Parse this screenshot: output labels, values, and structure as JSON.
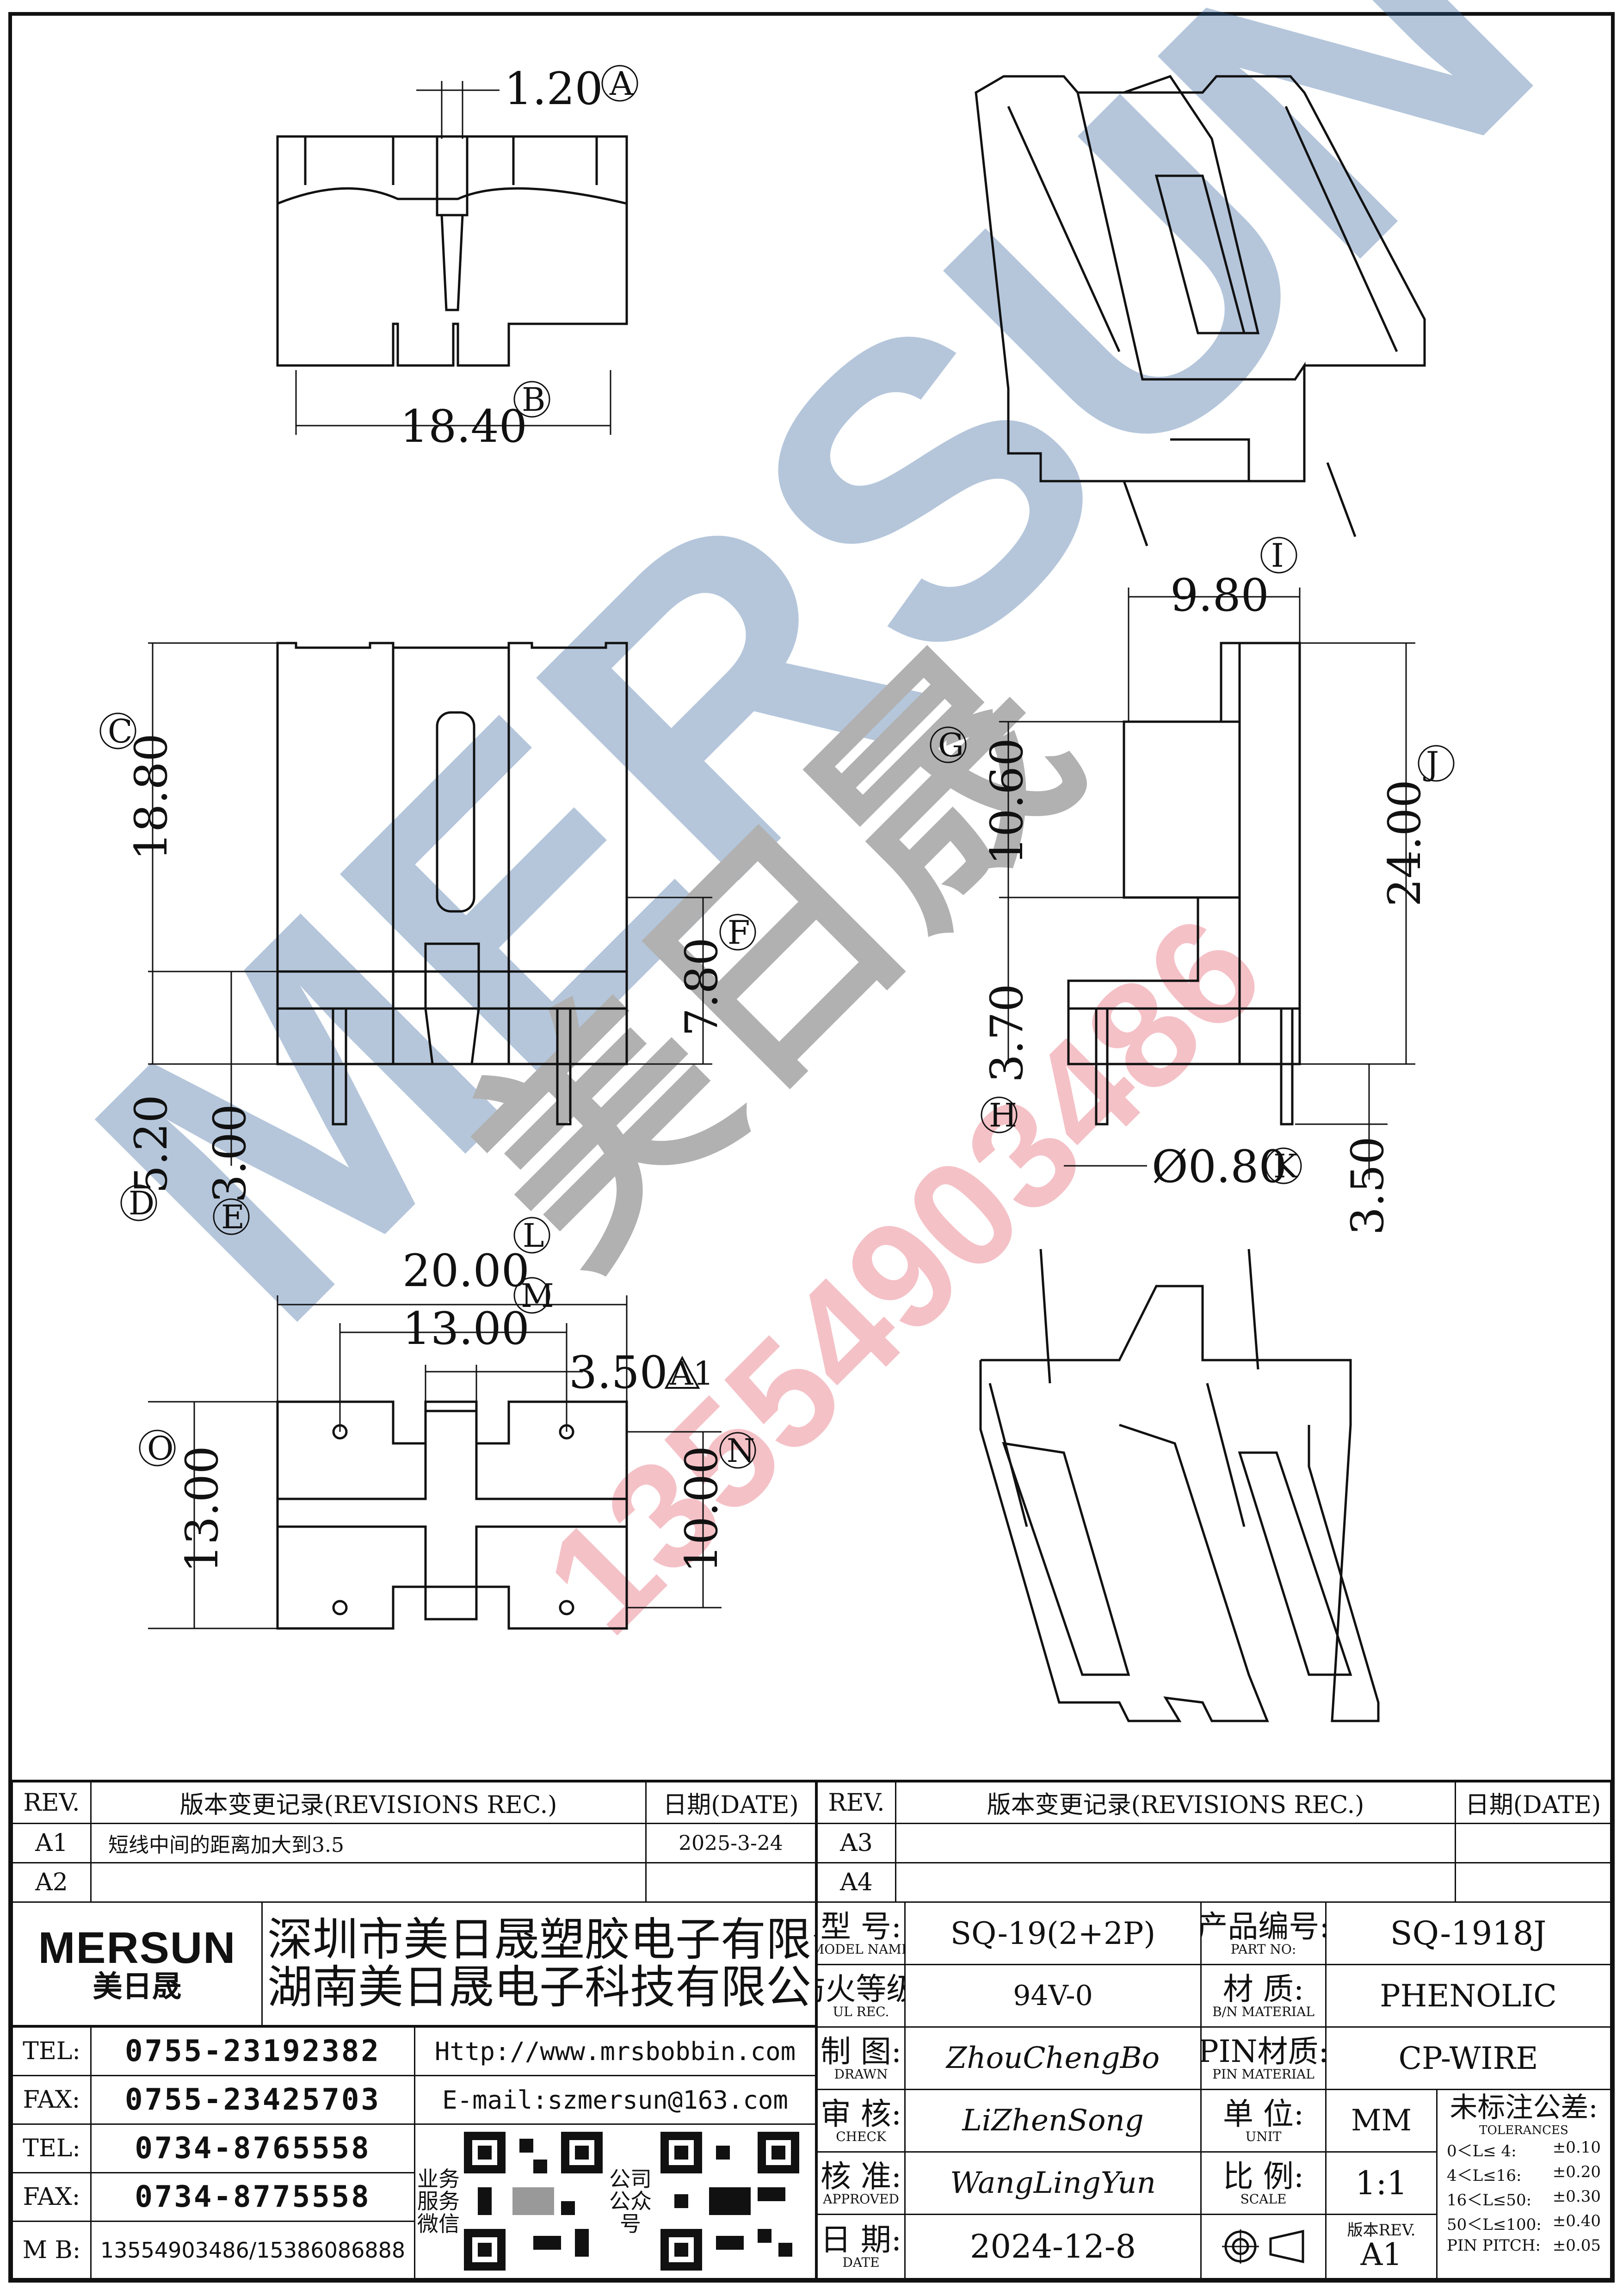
{
  "views": {
    "dimensions": {
      "A": "1.20",
      "B": "18.40",
      "C": "18.80",
      "D": "5.20",
      "E": "3.00",
      "F": "7.80",
      "G": "10.60",
      "H": "3.70",
      "I": "9.80",
      "J": "24.00",
      "K": "Ø0.80",
      "L": "20.00",
      "M": "13.00",
      "N": "10.00",
      "O": "13.00",
      "P": "3.50",
      "Q": "3.50"
    },
    "markers": {
      "A": "A",
      "B": "B",
      "C": "C",
      "D": "D",
      "E": "E",
      "F": "F",
      "G": "G",
      "H": "H",
      "I": "I",
      "J": "J",
      "K": "K",
      "L": "L",
      "M": "M",
      "N": "N",
      "O": "O",
      "rev": "A1"
    }
  },
  "watermark": {
    "brand": "MERSUN",
    "cn": "美日晟",
    "phone": "13554903486"
  },
  "title_block": {
    "rev_left": {
      "header": {
        "rev": "REV.",
        "rec": "版本变更记录(REVISIONS REC.)",
        "date": "日期(DATE)"
      },
      "rows": [
        {
          "rev": "A1",
          "rec": "短线中间的距离加大到3.5",
          "date": "2025-3-24"
        },
        {
          "rev": "A2",
          "rec": "",
          "date": ""
        }
      ]
    },
    "rev_right": {
      "header": {
        "rev": "REV.",
        "rec": "版本变更记录(REVISIONS REC.)",
        "date": "日期(DATE)"
      },
      "rows": [
        {
          "rev": "A3",
          "rec": "",
          "date": ""
        },
        {
          "rev": "A4",
          "rec": "",
          "date": ""
        }
      ]
    },
    "company": {
      "logo": "MERSUN",
      "logo_cn": "美日晟",
      "name1": "深圳市美日晟塑胶电子有限公司",
      "name2": "湖南美日晟电子科技有限公司"
    },
    "contacts": [
      {
        "label": "TEL:",
        "value": "0755-23192382"
      },
      {
        "label": "FAX:",
        "value": "0755-23425703"
      },
      {
        "label": "TEL:",
        "value": "0734-8765558"
      },
      {
        "label": "FAX:",
        "value": "0734-8775558"
      },
      {
        "label": "M B:",
        "value": "13554903486/15386086888"
      }
    ],
    "web": "Http://www.mrsbobbin.com",
    "email": "E-mail:szmersun@163.com",
    "qr_left_caption": [
      "业务",
      "服务",
      "微信"
    ],
    "qr_right_caption": [
      "公司",
      "公众",
      "号"
    ],
    "fields": {
      "model_label": "型 号:",
      "model_sub": "MODEL NAME",
      "model": "SQ-19(2+2P)",
      "part_label": "产品编号:",
      "part_sub": "PART NO:",
      "part": "SQ-1918J",
      "ul_label": "防火等级:",
      "ul_sub": "UL REC.",
      "ul": "94V-0",
      "material_label": "材 质:",
      "material_sub": "B/N MATERIAL",
      "material": "PHENOLIC",
      "drawn_label": "制 图:",
      "drawn_sub": "DRAWN",
      "drawn": "ZhouChengBo",
      "pin_label": "PIN材质:",
      "pin_sub": "PIN MATERIAL",
      "pin": "CP-WIRE",
      "check_label": "审 核:",
      "check_sub": "CHECK",
      "check": "LiZhenSong",
      "unit_label": "单 位:",
      "unit_sub": "UNIT",
      "unit": "MM",
      "approved_label": "核 准:",
      "approved_sub": "APPROVED",
      "approved": "WangLingYun",
      "scale_label": "比 例:",
      "scale_sub": "SCALE",
      "scale": "1:1",
      "date_label": "日 期:",
      "date_sub": "DATE",
      "date": "2024-12-8",
      "rev_label": "版本REV.",
      "rev": "A1",
      "tol_label": "未标注公差:",
      "tol_sub": "TOLERANCES",
      "tolerances": [
        {
          "range": "0＜L≤ 4:",
          "value": "±0.10"
        },
        {
          "range": "4＜L≤16:",
          "value": "±0.20"
        },
        {
          "range": "16＜L≤50:",
          "value": "±0.30"
        },
        {
          "range": "50＜L≤100:",
          "value": "±0.40"
        },
        {
          "range": "PIN PITCH:",
          "value": "±0.05"
        }
      ]
    }
  }
}
